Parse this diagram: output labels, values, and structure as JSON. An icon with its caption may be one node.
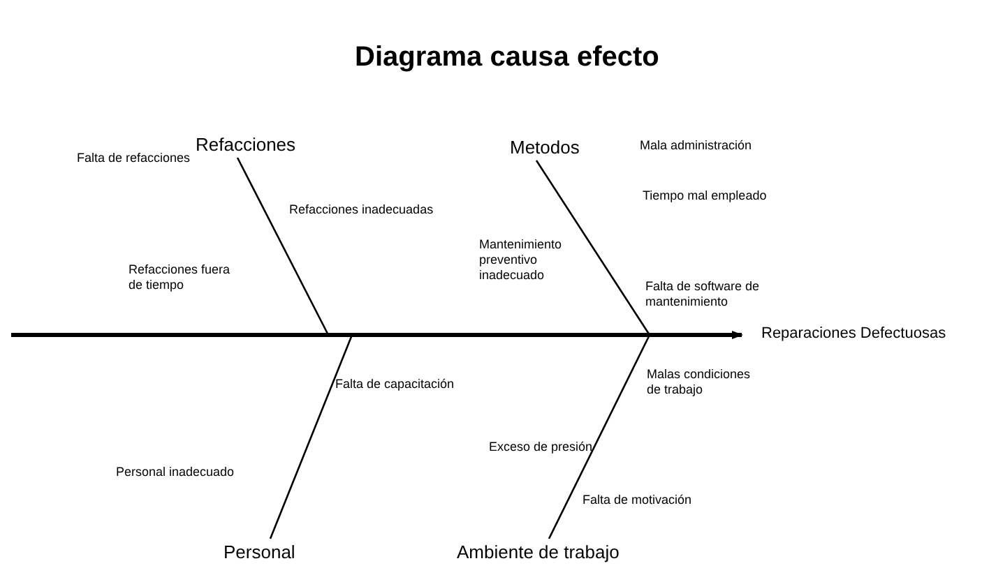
{
  "diagram": {
    "title": "Diagrama causa efecto",
    "nodes": [
      {
        "text": [
          "Refacciones"
        ]
      },
      {
        "text": [
          "Metodos"
        ]
      },
      {
        "text": [
          "Personal"
        ]
      },
      {
        "text": [
          "Ambiente de trabajo"
        ]
      },
      {
        "text": [
          "Reparaciones Defectuosas"
        ]
      }
    ],
    "edges": [
      {
        "from": null,
        "to": 4,
        "arrow": "to",
        "style": "thick"
      },
      {
        "from": 0,
        "to": null,
        "arrow": "none"
      },
      {
        "from": 1,
        "to": null,
        "arrow": "none"
      },
      {
        "from": 2,
        "to": null,
        "arrow": "none"
      },
      {
        "from": 3,
        "to": null,
        "arrow": "none"
      }
    ],
    "labels": [
      "Falta de refacciones",
      "Mala administración",
      "Refacciones inadecuadas",
      "Tiempo mal empleado",
      "Mantenimiento preventivo inadecuado",
      "Refacciones fuera de tiempo",
      "Falta de software de mantenimiento",
      "Malas condiciones de trabajo",
      "Falta de capacitación",
      "Exceso de presión",
      "Personal inadecuado",
      "Falta de motivación"
    ]
  }
}
